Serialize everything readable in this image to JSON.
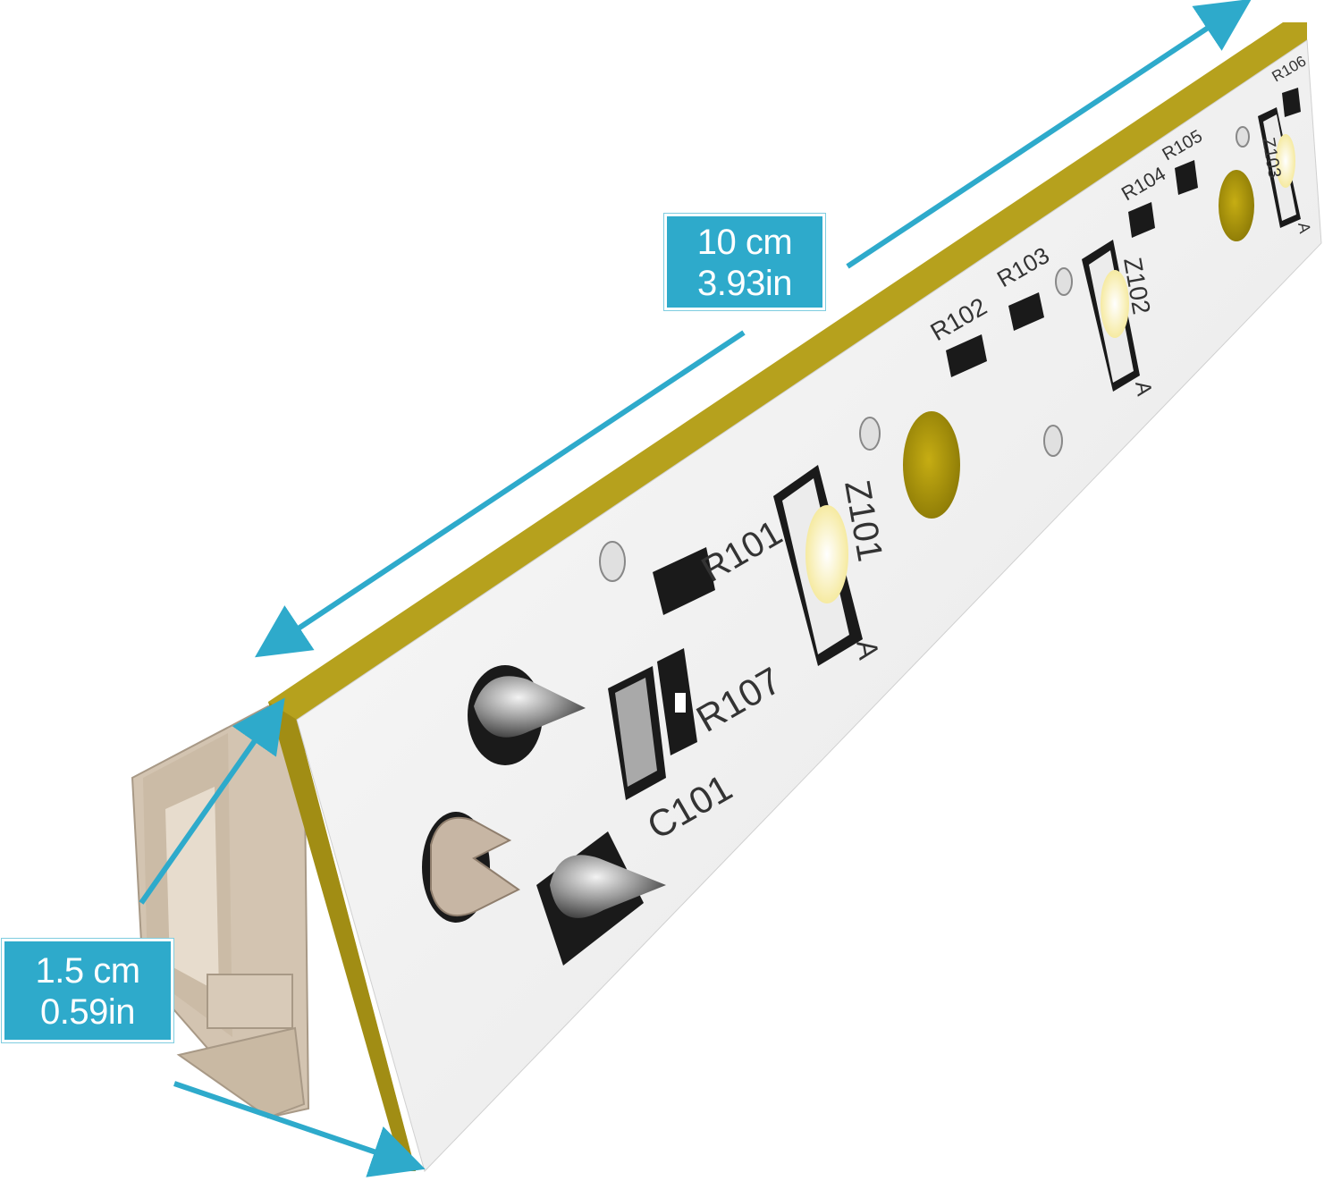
{
  "dimensions": {
    "length_cm": "10 cm",
    "length_in": "3.93in",
    "width_cm": "1.5 cm",
    "width_in": "0.59in"
  },
  "board_labels": {
    "r101": "R101",
    "r102": "R102",
    "r103": "R103",
    "r104": "R104",
    "r105": "R105",
    "r106": "R106",
    "r107": "R107",
    "c101": "C101",
    "z101": "Z101",
    "z102": "Z102",
    "z103": "Z103",
    "anode_mark": "A"
  },
  "colors": {
    "arrow": "#2eaacb",
    "board_edge": "#b6a11d",
    "board_face": "#f4f4f4",
    "connector": "#d6c8b6",
    "led": "#fdf6c9"
  }
}
